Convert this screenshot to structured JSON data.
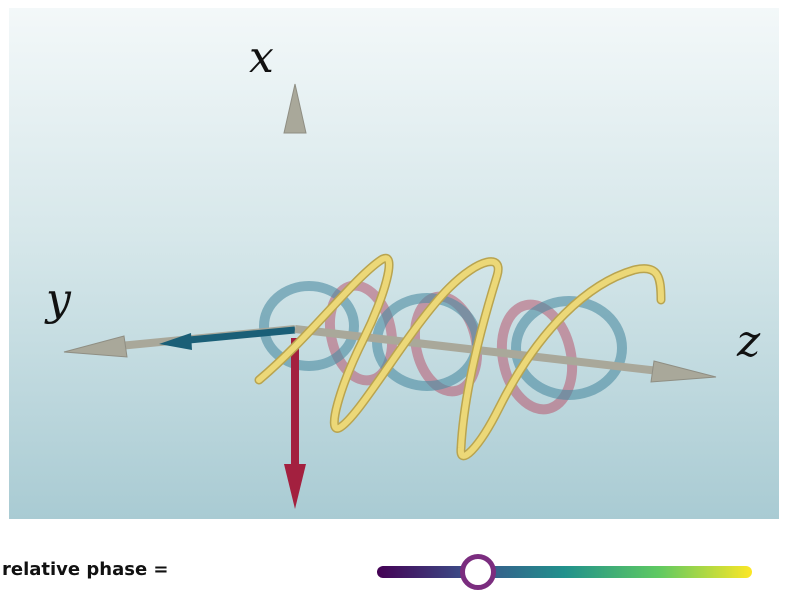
{
  "axes": {
    "x": "x",
    "y": "y",
    "z": "z"
  },
  "control": {
    "label": "relative phase =",
    "slider_value": 0.27,
    "gradient_colors": [
      "#440154",
      "#3b528b",
      "#21918c",
      "#5ec962",
      "#fde725"
    ],
    "thumb_color": "#7b2d7f"
  },
  "colors": {
    "background_top": "#f3f8f9",
    "background_bottom": "#a9cbd3",
    "axis": "#a9a89a",
    "x_field": "#a3203f",
    "y_field": "#1a5f77",
    "helix": "#e6cf6d",
    "ellipse_red": "#b85770",
    "ellipse_blue": "#4d8ca2"
  }
}
